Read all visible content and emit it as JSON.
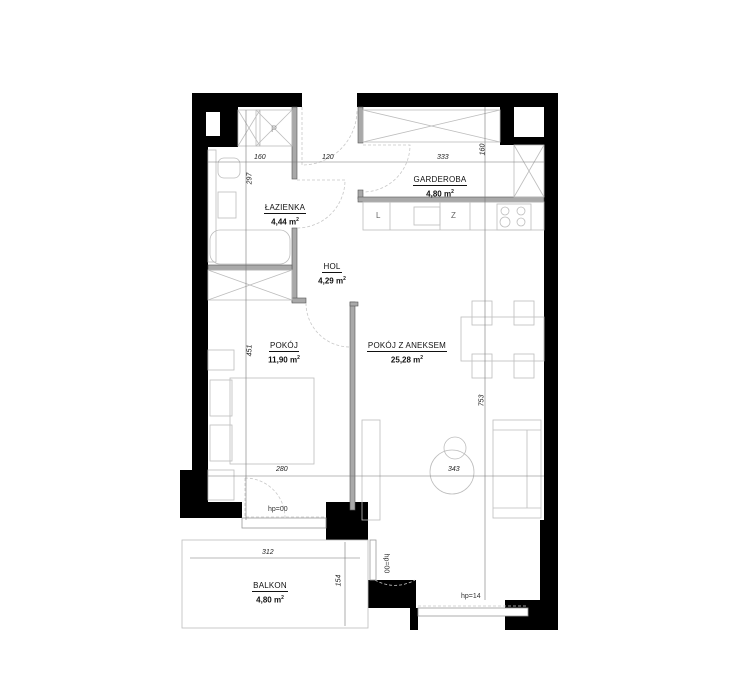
{
  "plan": {
    "rooms": [
      {
        "id": "lazienka",
        "name": "ŁAZIENKA",
        "area": "4,44 m",
        "unit_sup": "2"
      },
      {
        "id": "hol",
        "name": "HOL",
        "area": "4,29 m",
        "unit_sup": "2"
      },
      {
        "id": "garderoba",
        "name": "GARDEROBA",
        "area": "4,80 m",
        "unit_sup": "2"
      },
      {
        "id": "pokoj",
        "name": "POKÓJ",
        "area": "11,90 m",
        "unit_sup": "2"
      },
      {
        "id": "pokoj-z-aneksem",
        "name": "POKÓJ Z ANEKSEM",
        "area": "25,28 m",
        "unit_sup": "2"
      },
      {
        "id": "balkon",
        "name": "BALKON",
        "area": "4,80 m",
        "unit_sup": "2"
      }
    ],
    "dimensions": {
      "lazienka_width": "160",
      "hol_width": "120",
      "garderoba_width": "333",
      "garderoba_depth": "160",
      "lazienka_height": "297",
      "pokoj_height": "451",
      "pokoj_width": "280",
      "aneks_width": "343",
      "aneks_height": "753",
      "balkon_width": "312",
      "balkon_depth": "154"
    },
    "markers": {
      "pokoj_door_threshold": "hp=00",
      "balkon_door_threshold": "hp=00",
      "aneks_window_threshold": "hp=14",
      "shaft_label": "P",
      "kitchen_fridge": "L",
      "kitchen_dishwasher": "Z"
    },
    "colors": {
      "wall": "#000000",
      "partition": "#a9a9a9",
      "line": "#bdbdbd",
      "dim_line": "#555555"
    }
  }
}
